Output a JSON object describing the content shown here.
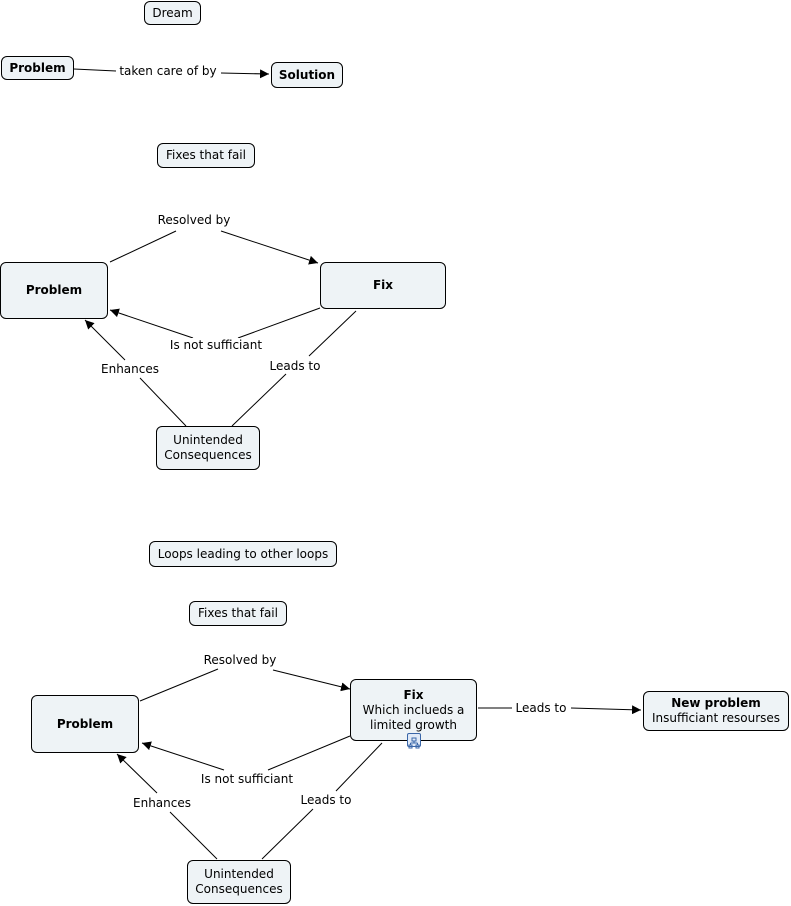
{
  "titles": {
    "dream": "Dream",
    "fixes_fail_1": "Fixes that fail",
    "loops": "Loops leading to other loops",
    "fixes_fail_2": "Fixes that fail"
  },
  "diagram1": {
    "problem": "Problem",
    "link": "taken care of by",
    "solution": "Solution"
  },
  "diagram2": {
    "problem": "Problem",
    "fix": "Fix",
    "consequences_line1": "Unintended",
    "consequences_line2": "Consequences",
    "resolved_by": "Resolved by",
    "not_sufficient": "Is not sufficiant",
    "leads_to": "Leads to",
    "enhances": "Enhances"
  },
  "diagram3": {
    "problem": "Problem",
    "fix_title": "Fix",
    "fix_line2": "Which inclueds a",
    "fix_line3": "limited growth",
    "new_problem_title": "New problem",
    "new_problem_sub": "Insufficiant resourses",
    "consequences_line1": "Unintended",
    "consequences_line2": "Consequences",
    "resolved_by": "Resolved by",
    "not_sufficient": "Is not sufficiant",
    "leads_to_consequences": "Leads to",
    "leads_to_new_problem": "Leads to",
    "enhances": "Enhances"
  },
  "icons": {
    "submap": "concept-map-icon"
  },
  "colors": {
    "node_fill": "#eef3f6",
    "node_border": "#000000",
    "link": "#000000",
    "badge": "#3a66a8"
  }
}
